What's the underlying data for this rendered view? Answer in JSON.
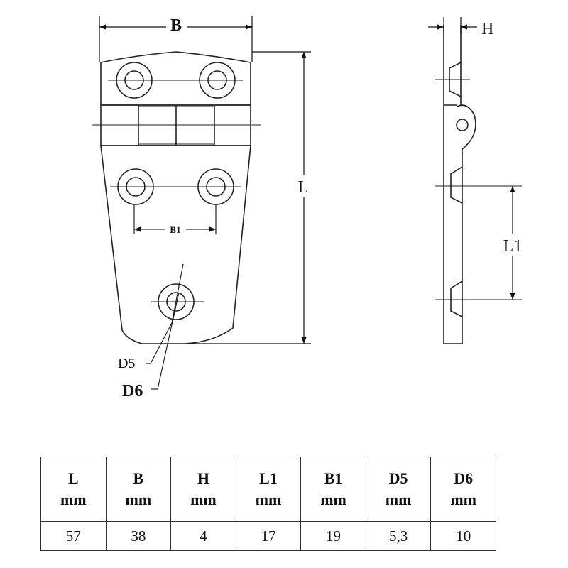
{
  "drawing": {
    "front_view": {
      "width_label": "B",
      "length_label": "L",
      "hole_spacing_label": "B1",
      "hole_diameter_label": "D5",
      "countersink_label": "D6"
    },
    "side_view": {
      "thickness_label": "H",
      "hole_spacing_label": "L1"
    }
  },
  "table": {
    "columns": [
      {
        "symbol": "L",
        "unit": "mm",
        "value": "57"
      },
      {
        "symbol": "B",
        "unit": "mm",
        "value": "38"
      },
      {
        "symbol": "H",
        "unit": "mm",
        "value": "4"
      },
      {
        "symbol": "L1",
        "unit": "mm",
        "value": "17"
      },
      {
        "symbol": "B1",
        "unit": "mm",
        "value": "19"
      },
      {
        "symbol": "D5",
        "unit": "mm",
        "value": "5,3"
      },
      {
        "symbol": "D6",
        "unit": "mm",
        "value": "10"
      }
    ]
  }
}
